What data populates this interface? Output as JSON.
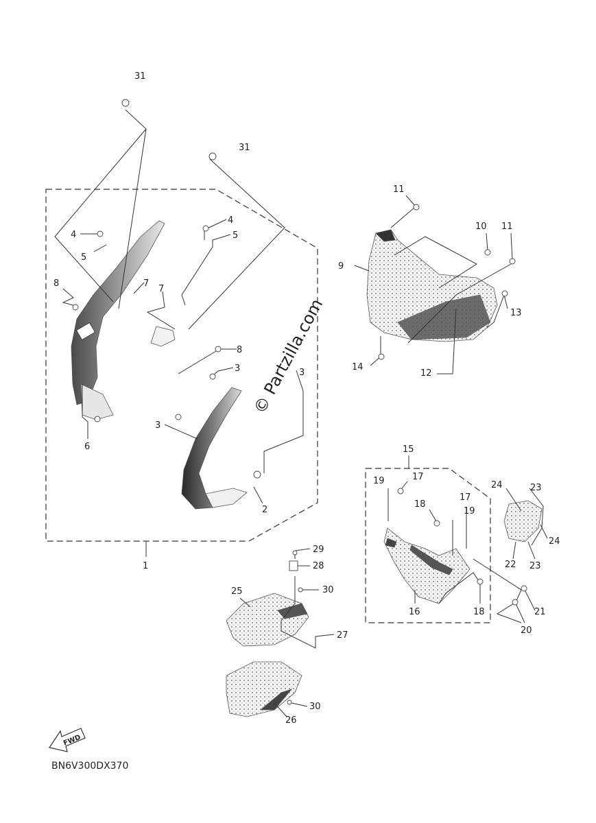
{
  "diagram": {
    "code": "BN6V300DX370",
    "watermark": "© Partzilla.com",
    "fwd_label": "FWD",
    "callouts": {
      "c1": "1",
      "c2": "2",
      "c3a": "3",
      "c3b": "3",
      "c3c": "3",
      "c4a": "4",
      "c4b": "4",
      "c5a": "5",
      "c5b": "5",
      "c6": "6",
      "c7a": "7",
      "c7b": "7",
      "c8a": "8",
      "c8b": "8",
      "c9": "9",
      "c10": "10",
      "c11a": "11",
      "c11b": "11",
      "c12": "12",
      "c13": "13",
      "c14": "14",
      "c15": "15",
      "c16": "16",
      "c17a": "17",
      "c17b": "17",
      "c18a": "18",
      "c18b": "18",
      "c19a": "19",
      "c19b": "19",
      "c20": "20",
      "c21": "21",
      "c22": "22",
      "c23a": "23",
      "c23b": "23",
      "c24a": "24",
      "c24b": "24",
      "c25": "25",
      "c26": "26",
      "c27": "27",
      "c28": "28",
      "c29": "29",
      "c30a": "30",
      "c30b": "30",
      "c31a": "31",
      "c31b": "31"
    }
  }
}
